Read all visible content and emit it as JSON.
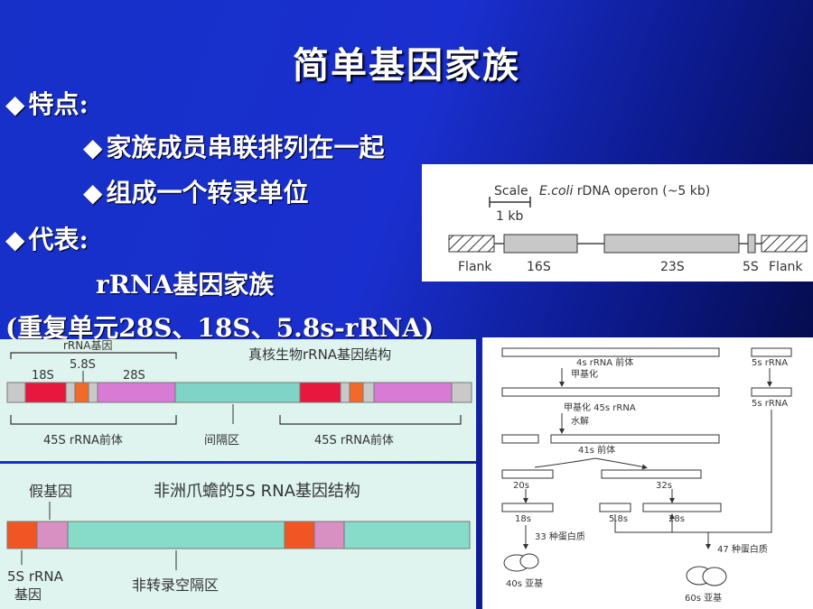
{
  "slide": {
    "title": "简单基因家族",
    "bullet_glyph": "◆",
    "bullets": [
      {
        "text": "特点:",
        "level": 1
      },
      {
        "text": "家族成员串联排列在一起",
        "level": 2
      },
      {
        "text": "组成一个转录单位",
        "level": 2
      },
      {
        "text": "代表:",
        "level": 1
      },
      {
        "text": "rRNA基因家族",
        "level": 3
      },
      {
        "text": "(重复单元28S、18S、5.8s-rRNA)",
        "level": 0
      }
    ]
  },
  "ecoli": {
    "scale": "Scale",
    "scale_len": "1 kb",
    "title_italic": "E.coli",
    "title_rest": " rDNA operon (~5 kb)",
    "labels": {
      "flank_left": "Flank",
      "s16": "16S",
      "s23": "23S",
      "s5": "5S",
      "flank_right": "Flank"
    }
  },
  "eukaryote": {
    "title": "真核生物rRNA基因结构",
    "gene_label": "rRNA基因",
    "s18": "18S",
    "s58": "5.8S",
    "s28": "28S",
    "precursor_left": "45S  rRNA前体",
    "spacer": "间隔区",
    "precursor_right": "45S  rRNA前体",
    "colors": {
      "s18": "#e8173e",
      "s58": "#f26a2a",
      "s28": "#d77bd4",
      "spacer": "#7fd4c7",
      "flank": "#c9c9c9"
    }
  },
  "xenopus": {
    "title": "非洲爪蟾的5S RNA基因结构",
    "pseudogene": "假基因",
    "gene5s_line1": "5S  rRNA",
    "gene5s_line2": "基因",
    "spacer": "非转录空隔区",
    "colors": {
      "gene": "#f05523",
      "pseudo": "#d88fc2",
      "spacer": "#86dcc8"
    }
  },
  "processing": {
    "pre4s": "4s rRNA 前体",
    "methylation": "甲基化",
    "methyl45s": "甲基化 45s rRNA",
    "hydrolysis": "水解",
    "pre41s": "41s  前体",
    "s20": "20s",
    "s32": "32s",
    "s18": "18s",
    "s58": "5.8s",
    "s28": "28s",
    "s5a": "5s rRNA",
    "s5b": "5s rRNA",
    "proteins33": "33 种蛋白质",
    "proteins47": "47 种蛋白质",
    "sub40": "40s 亚基",
    "sub60": "60s 亚基"
  }
}
